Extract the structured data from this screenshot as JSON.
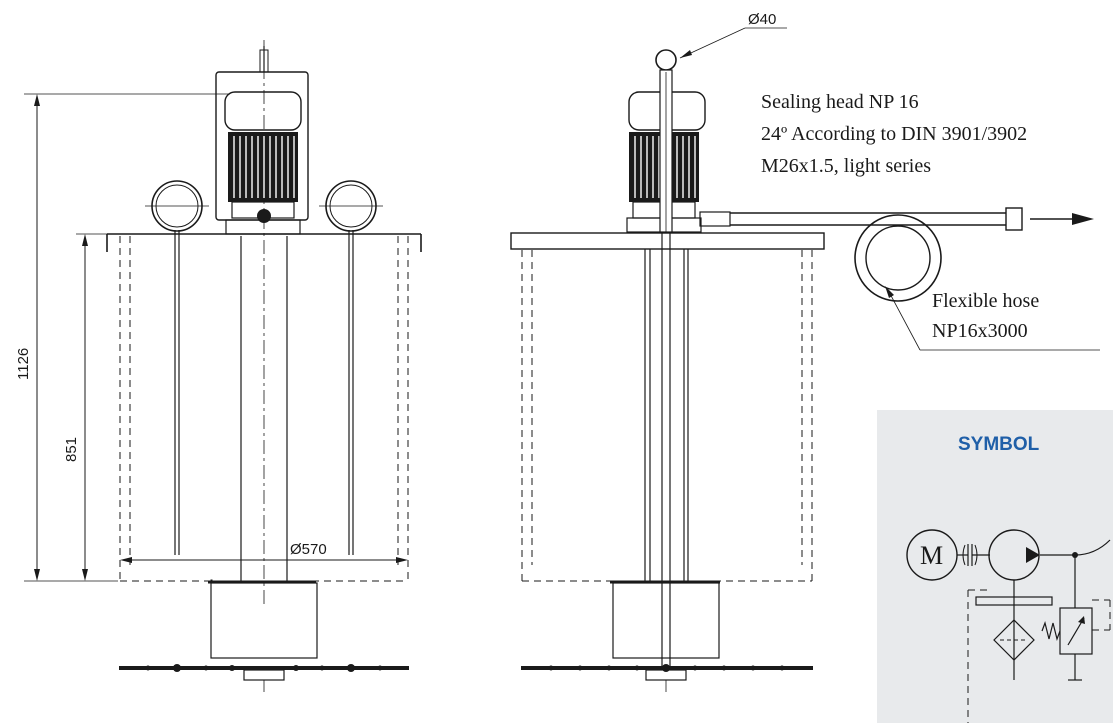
{
  "dimensions": {
    "overall_height": "1126",
    "tank_height": "851",
    "tank_diameter": "Ø570",
    "handle_diameter": "Ø40"
  },
  "notes": {
    "sealing_head_line1": "Sealing head NP 16",
    "sealing_head_line2": "24º According to DIN 3901/3902",
    "sealing_head_line3": "M26x1.5, light series",
    "hose_line1": "Flexible hose",
    "hose_line2": "NP16x3000"
  },
  "symbol": {
    "title": "SYMBOL",
    "motor_letter": "M",
    "panel_color": "#e8eaec",
    "title_color": "#1f5fa8"
  }
}
